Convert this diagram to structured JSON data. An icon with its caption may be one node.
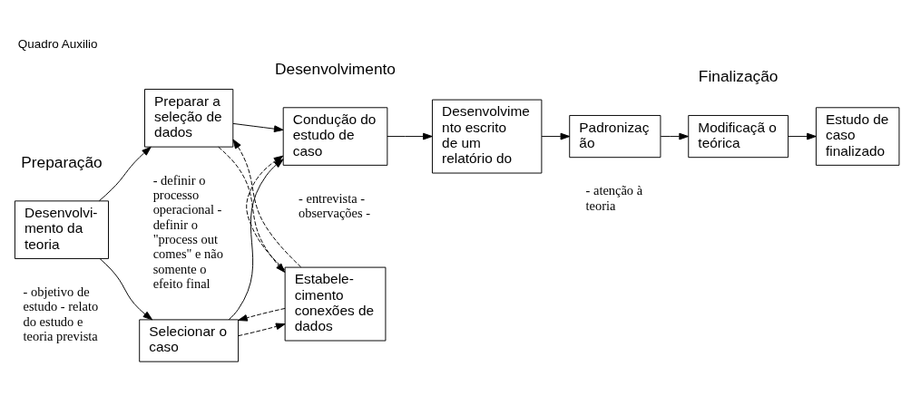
{
  "diagram": {
    "title": "Quadro Auxilio",
    "nodes": [
      {
        "text": [
          "Desenvolvi- mento da teoria"
        ],
        "beside": [
          "- objetivo de estudo - relato do estudo e teoria prevista"
        ]
      },
      {
        "text": [
          "Selecionar o caso"
        ]
      },
      {
        "text": [
          "Preparar a seleção de dados"
        ],
        "beside": [
          "- definir o processo operacional - definir o \"process out comes\" e não somente o efeito final"
        ]
      },
      {
        "text": [
          "Condução do estudo de caso"
        ],
        "beside": [
          "- entrevista - observações -"
        ]
      },
      {
        "text": [
          "Estabele- cimento conexões de dados"
        ]
      },
      {
        "text": [
          "Desenvolvime nto escrito de um relatório do"
        ]
      },
      {
        "text": [
          "Padronizaç ão"
        ],
        "beside": [
          "- atenção à teoria"
        ]
      },
      {
        "text": [
          "Modificaçã o teórica"
        ]
      },
      {
        "text": [
          "Estudo de caso finalizado"
        ]
      }
    ],
    "edges": [
      {
        "from": 0,
        "to": 1,
        "arrow": "to"
      },
      {
        "from": 0,
        "to": 2,
        "arrow": "to"
      },
      {
        "from": 1,
        "to": 3,
        "arrow": "to"
      },
      {
        "from": 2,
        "to": 3,
        "arrow": "to"
      },
      {
        "from": 1,
        "to": 4,
        "arrow": "to",
        "style": "dashed"
      },
      {
        "from": 2,
        "to": 4,
        "arrow": "to",
        "style": "dashed"
      },
      {
        "from": 4,
        "to": 3,
        "arrow": "to",
        "style": "dashed"
      },
      {
        "from": 4,
        "to": 1,
        "arrow": "to",
        "style": "dashed"
      },
      {
        "from": 4,
        "to": 2,
        "arrow": "to",
        "style": "dashed"
      },
      {
        "from": 3,
        "to": 5,
        "arrow": "to"
      },
      {
        "from": 5,
        "to": 6,
        "arrow": "to"
      },
      {
        "from": 6,
        "to": 7,
        "arrow": "to"
      },
      {
        "from": 7,
        "to": 8,
        "arrow": "to"
      }
    ],
    "labels": [
      "Preparação",
      "Desenvolvimento",
      "Finalização"
    ]
  }
}
